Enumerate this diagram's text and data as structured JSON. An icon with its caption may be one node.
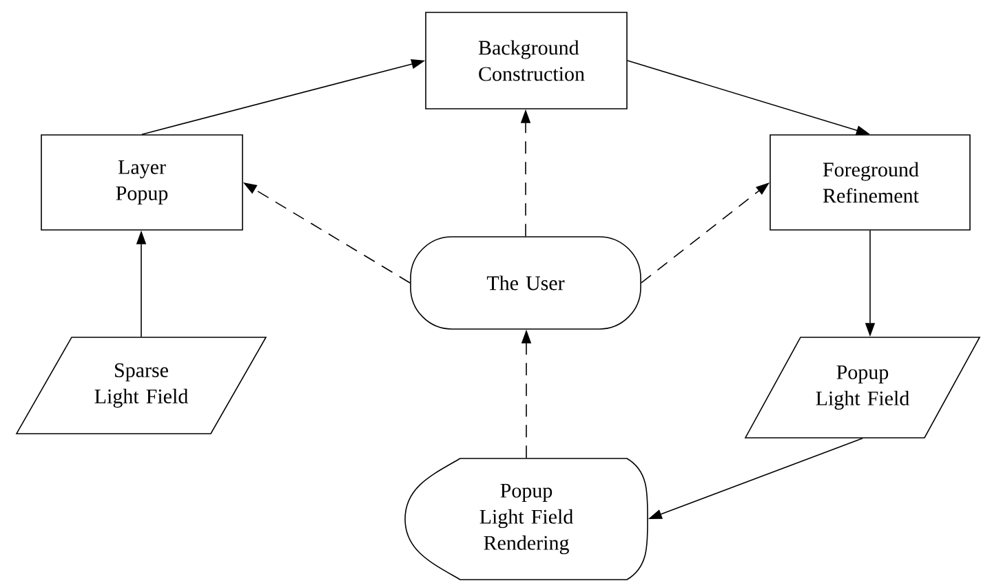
{
  "diagram": {
    "nodes": [
      {
        "text": [
          "Background Construction"
        ]
      },
      {
        "text": [
          "Layer Popup"
        ]
      },
      {
        "text": [
          "Foreground Refinement"
        ]
      },
      {
        "text": [
          "The User"
        ]
      },
      {
        "text": [
          "Sparse Light Field"
        ]
      },
      {
        "text": [
          "Popup Light Field"
        ]
      },
      {
        "text": [
          "Popup Light Field Rendering"
        ]
      }
    ],
    "edges": [
      {
        "from": 1,
        "to": 0,
        "arrow": "to"
      },
      {
        "from": 0,
        "to": 2,
        "arrow": "to"
      },
      {
        "from": 4,
        "to": 1,
        "arrow": "to"
      },
      {
        "from": 2,
        "to": 5,
        "arrow": "to"
      },
      {
        "from": 5,
        "to": 6,
        "arrow": "to"
      },
      {
        "from": 3,
        "to": 0,
        "arrow": "to",
        "style": "dashed"
      },
      {
        "from": 3,
        "to": 1,
        "arrow": "to",
        "style": "dashed"
      },
      {
        "from": 3,
        "to": 2,
        "arrow": "to",
        "style": "dashed"
      },
      {
        "from": 6,
        "to": 3,
        "arrow": "to",
        "style": "dashed"
      }
    ]
  }
}
